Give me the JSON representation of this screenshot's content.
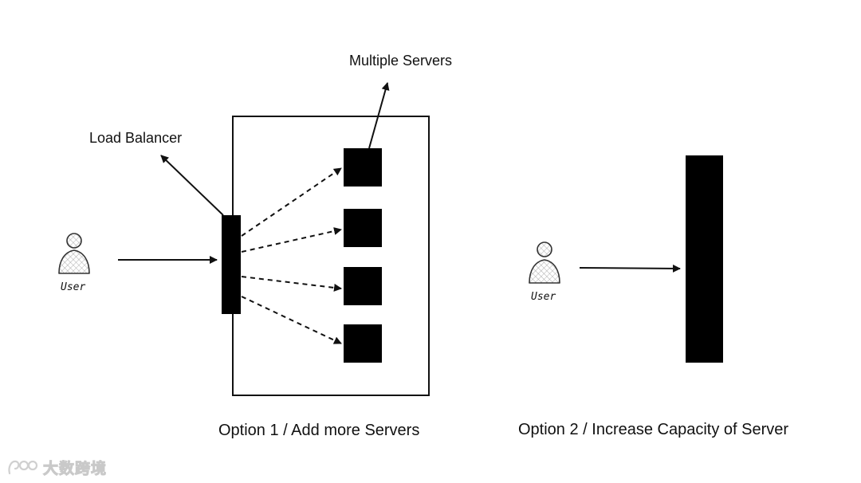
{
  "option1": {
    "caption": "Option 1 / Add more Servers",
    "load_balancer_label": "Load Balancer",
    "servers_label": "Multiple Servers",
    "user_label": "User"
  },
  "option2": {
    "caption": "Option 2 / Increase Capacity of Server",
    "user_label": "User"
  },
  "watermark": {
    "text": "大数跨境",
    "logo_icon": "swirl-logo"
  }
}
